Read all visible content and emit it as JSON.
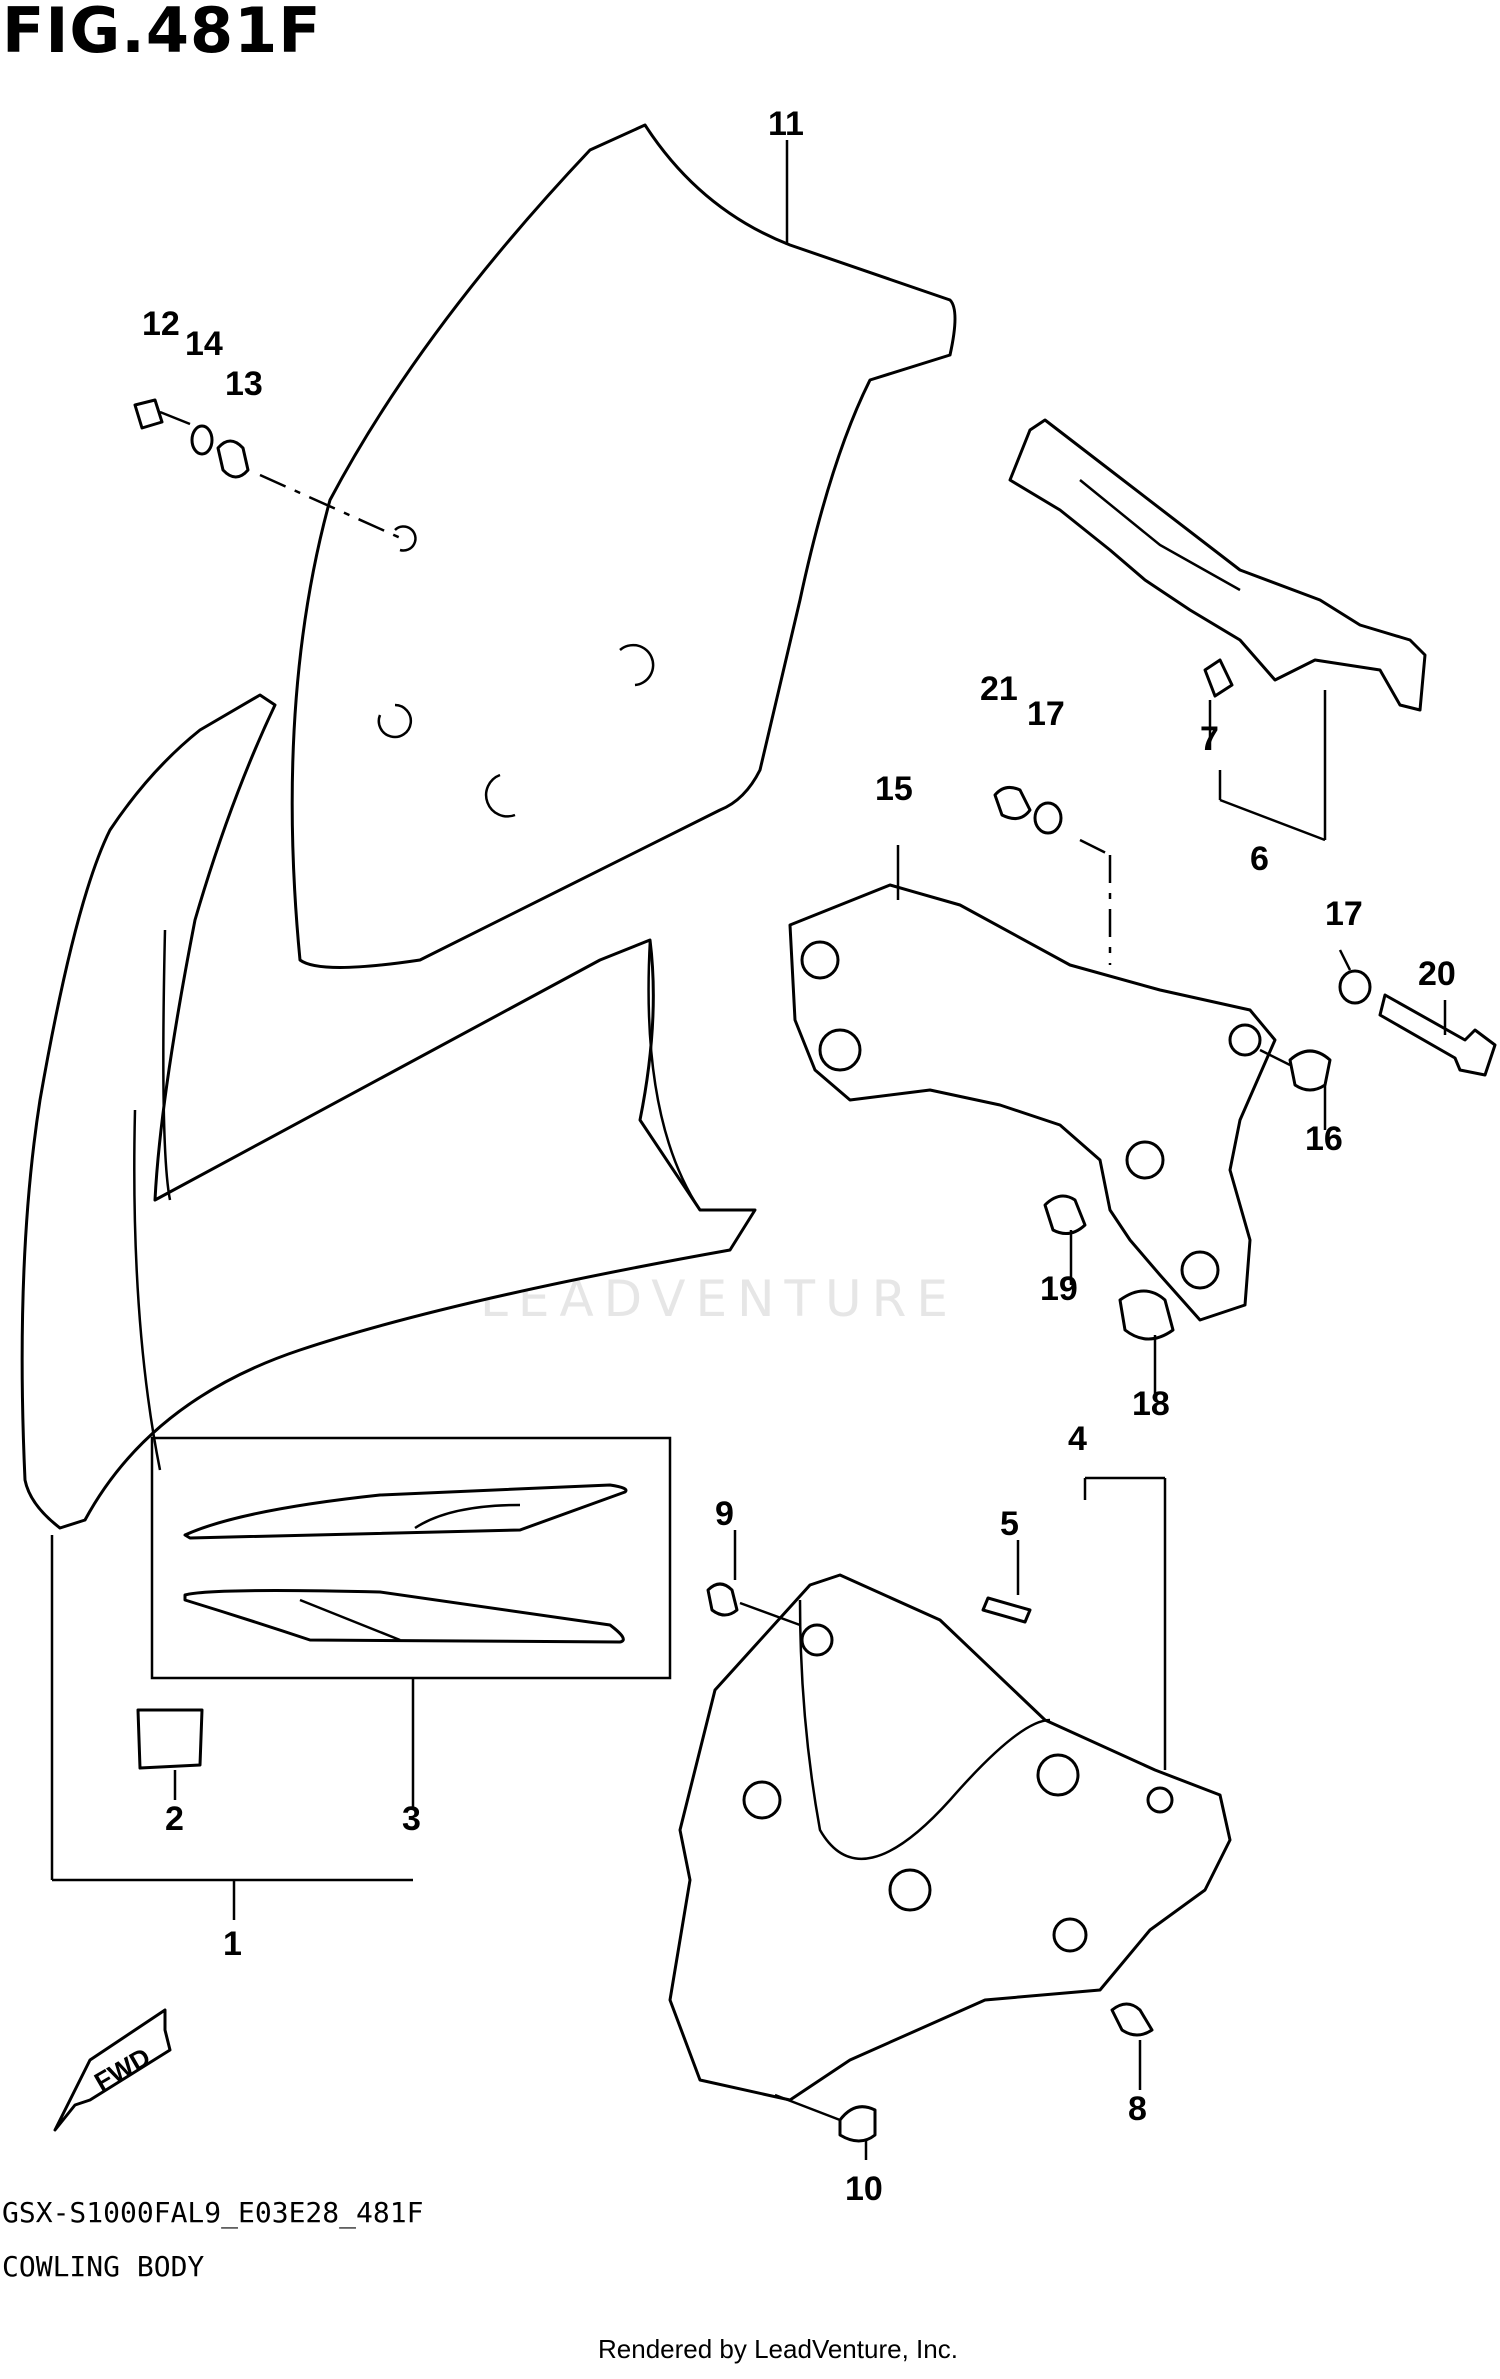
{
  "figure": {
    "title": "FIG.481F",
    "model_code": "GSX-S1000FAL9_E03E28_481F",
    "section_name": "COWLING BODY",
    "rendered_by": "Rendered by LeadVenture, Inc.",
    "watermark": "LEADVENTURE",
    "fwd_label": "FWD"
  },
  "callouts": [
    "11",
    "12",
    "14",
    "13",
    "21",
    "17",
    "7",
    "6",
    "15",
    "17",
    "20",
    "16",
    "19",
    "18",
    "4",
    "5",
    "9",
    "2",
    "3",
    "1",
    "8",
    "10"
  ]
}
